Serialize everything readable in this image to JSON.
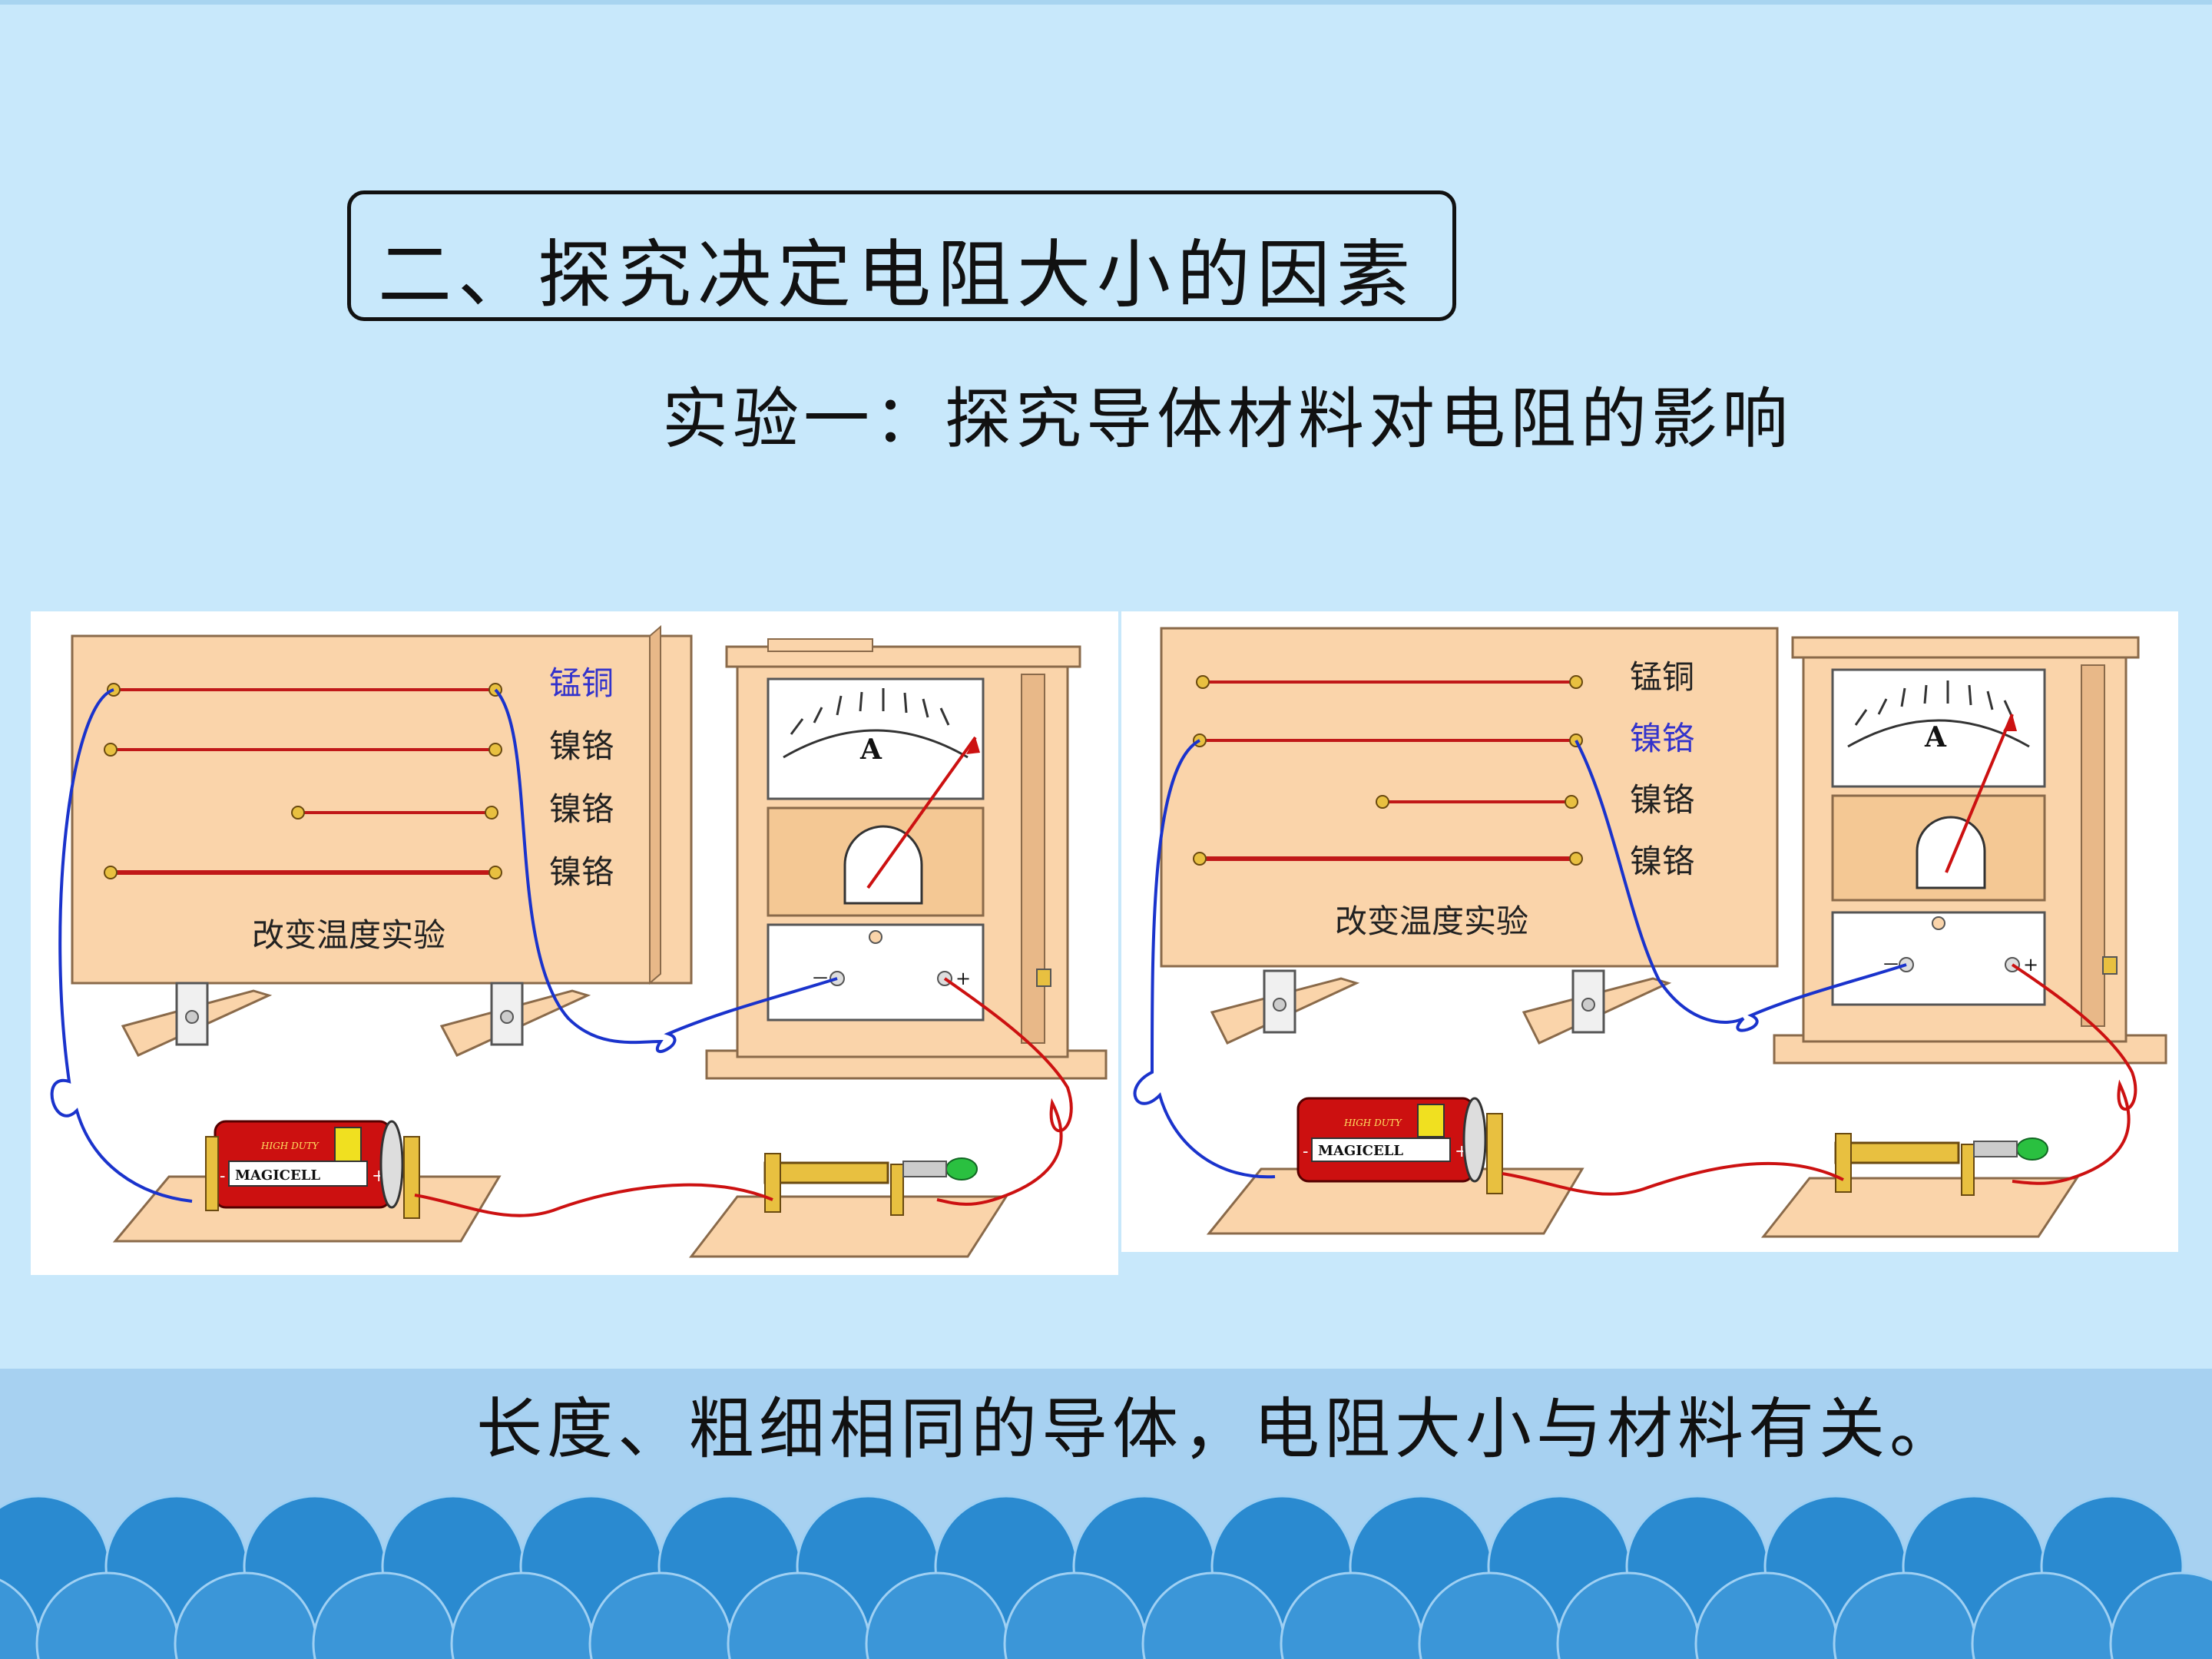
{
  "slide": {
    "title": "二、探究决定电阻大小的因素",
    "subtitle": "实验一：探究导体材料对电阻的影响",
    "conclusion": "长度、粗细相同的导体，电阻大小与材料有关。"
  },
  "left_panel": {
    "wire_labels": [
      "锰铜",
      "镍铬",
      "镍铬",
      "镍铬"
    ],
    "highlighted_label_index": 0,
    "board_caption": "改变温度实验",
    "meter_symbol": "A",
    "meter_minus": "－",
    "meter_plus": "+",
    "battery_brand": "MAGICELL",
    "battery_duty": "HIGH DUTY",
    "battery_minus": "-",
    "battery_plus": "+"
  },
  "right_panel": {
    "wire_labels": [
      "锰铜",
      "镍铬",
      "镍铬",
      "镍铬"
    ],
    "highlighted_label_index": 1,
    "board_caption": "改变温度实验",
    "meter_symbol": "A",
    "meter_minus": "－",
    "meter_plus": "+",
    "battery_brand": "MAGICELL",
    "battery_duty": "HIGH DUTY",
    "battery_minus": "-",
    "battery_plus": "+"
  },
  "colors": {
    "background": "#c8e8fb",
    "wood": "#fad4aa",
    "highlight_label": "#3333cc",
    "wire_red": "#cc1111",
    "wire_blue": "#1a33cc",
    "wave": "#2a8ad0"
  }
}
